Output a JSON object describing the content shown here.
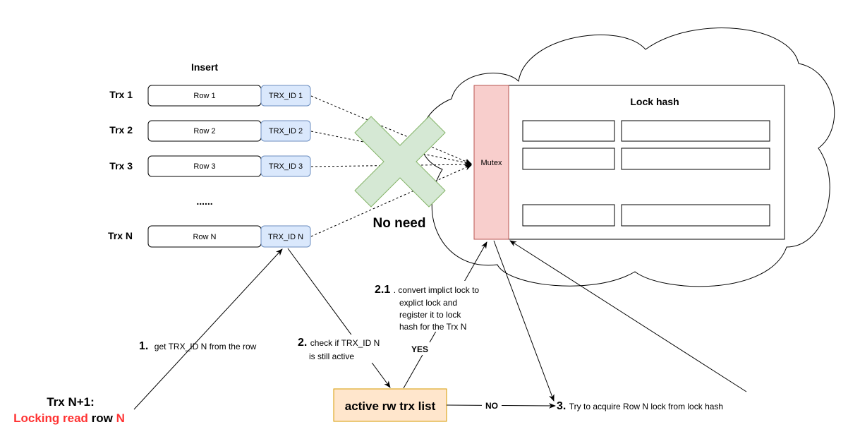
{
  "insert_header": "Insert",
  "rows": [
    {
      "trx": "Trx 1",
      "row": "Row 1",
      "trx_id": "TRX_ID 1"
    },
    {
      "trx": "Trx 2",
      "row": "Row 2",
      "trx_id": "TRX_ID 2"
    },
    {
      "trx": "Trx 3",
      "row": "Row 3",
      "trx_id": "TRX_ID 3"
    },
    {
      "trx": "Trx N",
      "row": "Row N",
      "trx_id": "TRX_ID N"
    }
  ],
  "ellipsis": "......",
  "no_need": "No need",
  "mutex": "Mutex",
  "lock_hash": "Lock hash",
  "active_list": "active rw trx list",
  "yes": "YES",
  "no": "NO",
  "trx_n1": {
    "line1": "Trx N+1:",
    "locking_read": "Locking read",
    "row_word": " row ",
    "n": "N"
  },
  "steps": {
    "s1_num": "1.",
    "s1_text": "get TRX_ID N from the row",
    "s2_num": "2.",
    "s2_line1": "check if TRX_ID N",
    "s2_line2": "is still active",
    "s21_num": "2.1",
    "s21_line1": ". convert implict lock to",
    "s21_line2": "explict lock and",
    "s21_line3": "register it to lock",
    "s21_line4": "hash for the Trx N",
    "s3_num": "3.",
    "s3_text": "Try to acquire Row N lock from lock hash"
  },
  "colors": {
    "trx_id_fill": "#dae8fc",
    "trx_id_stroke": "#6c8ebf",
    "mutex_fill": "#f8cecc",
    "mutex_stroke": "#b85450",
    "x_fill": "#d5e8d4",
    "x_stroke": "#82b366",
    "active_fill": "#ffe6cc",
    "active_stroke": "#d79b00",
    "red_text": "#ff3333"
  }
}
